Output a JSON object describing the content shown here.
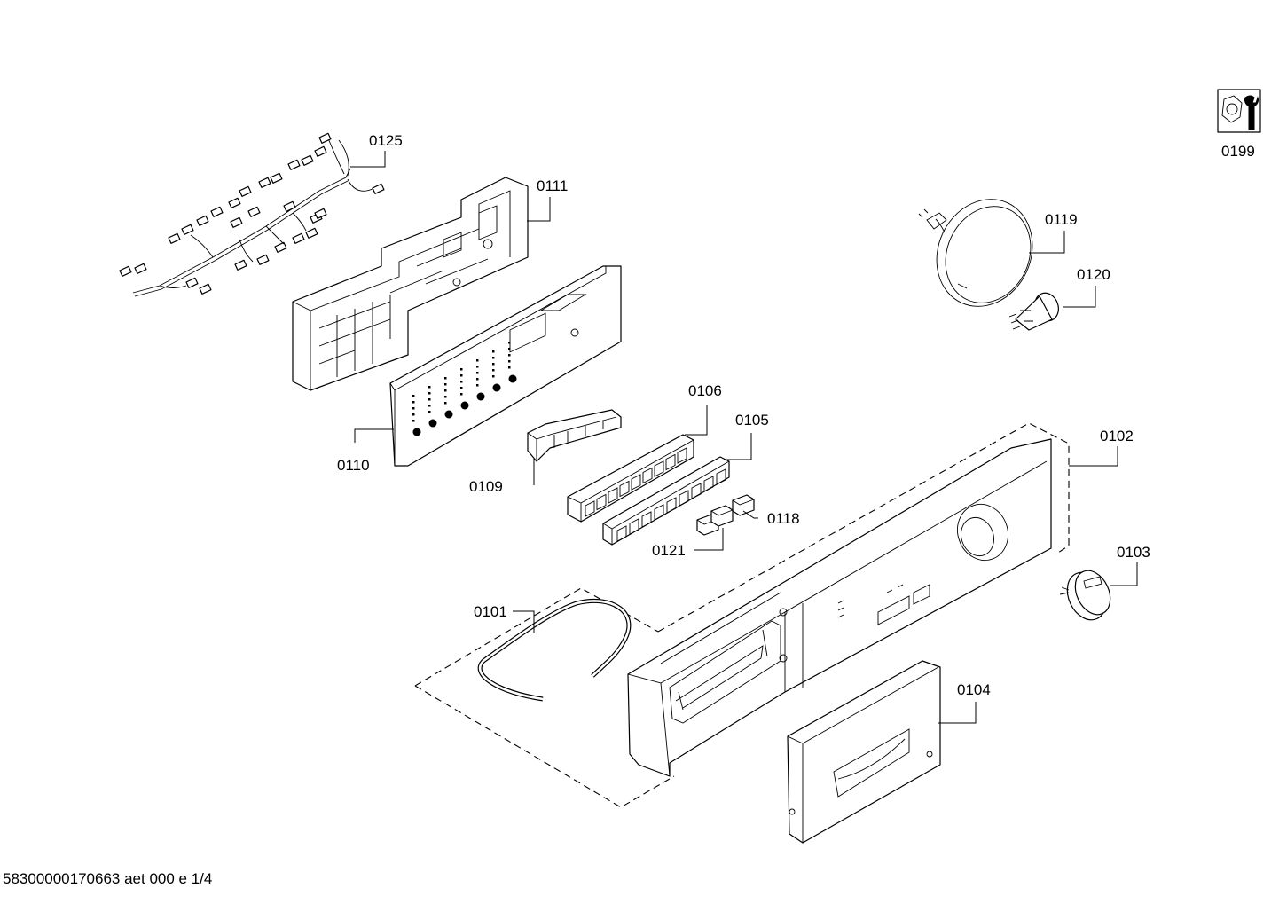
{
  "callouts": {
    "p0101": "0101",
    "p0102": "0102",
    "p0103": "0103",
    "p0104": "0104",
    "p0105": "0105",
    "p0106": "0106",
    "p0109": "0109",
    "p0110": "0110",
    "p0111": "0111",
    "p0118": "0118",
    "p0119": "0119",
    "p0120": "0120",
    "p0121": "0121",
    "p0125": "0125",
    "p0199": "0199"
  },
  "footer": {
    "document_code": "58300000170663 aet 000 e 1/4"
  },
  "icons": {
    "tool_icon": "wrench-nut-icon"
  }
}
